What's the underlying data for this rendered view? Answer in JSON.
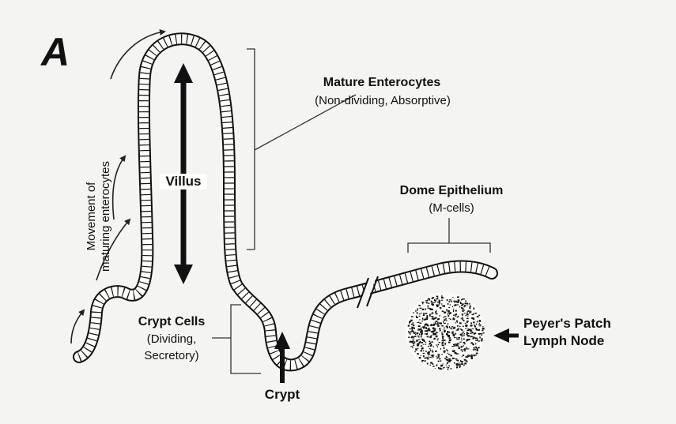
{
  "figure": {
    "panel_letter": "A",
    "labels": {
      "mature_enterocytes_title": "Mature Enterocytes",
      "mature_enterocytes_sub": "(Non-dividing, Absorptive)",
      "villus": "Villus",
      "movement_line1": "Movement of",
      "movement_line2": "maturing enterocytes",
      "dome_title": "Dome Epithelium",
      "dome_sub": "(M-cells)",
      "crypt_cells_title": "Crypt Cells",
      "crypt_cells_sub1": "(Dividing,",
      "crypt_cells_sub2": "Secretory)",
      "crypt": "Crypt",
      "peyers_line1": "Peyer's Patch",
      "peyers_line2": "Lymph Node"
    },
    "colors": {
      "ink": "#111111",
      "background": "#f4f4f2"
    }
  }
}
